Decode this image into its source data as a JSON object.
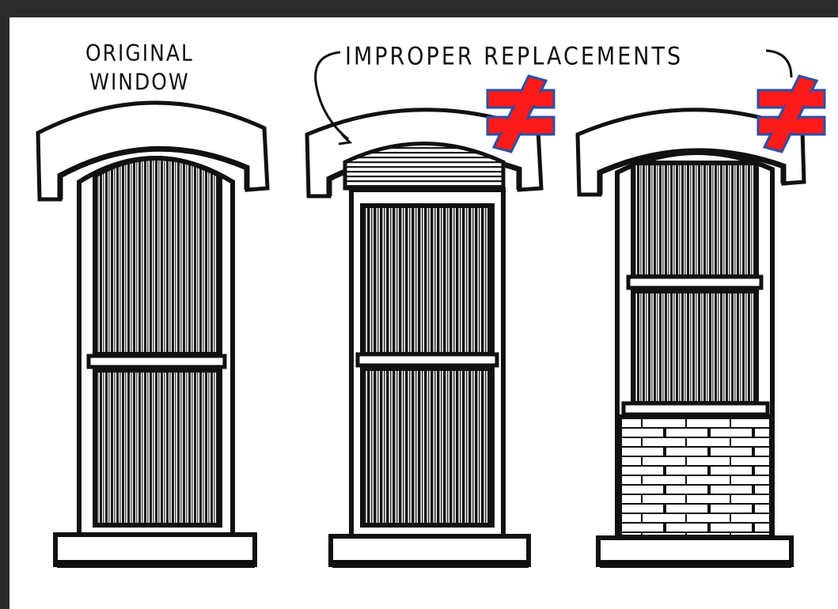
{
  "labels": {
    "original_line1": "ORIGINAL",
    "original_line2": "WINDOW",
    "improper": "IMPROPER REPLACEMENTS"
  },
  "marks": {
    "not_equal_symbol": "≠",
    "count": 2
  },
  "colors": {
    "background_border": "#2b2b2b",
    "sketch_ink": "#111111",
    "not_equal_fill": "#ff1a1a",
    "not_equal_outline": "#2b4fa3"
  },
  "icons": [
    "not-equal-icon"
  ]
}
